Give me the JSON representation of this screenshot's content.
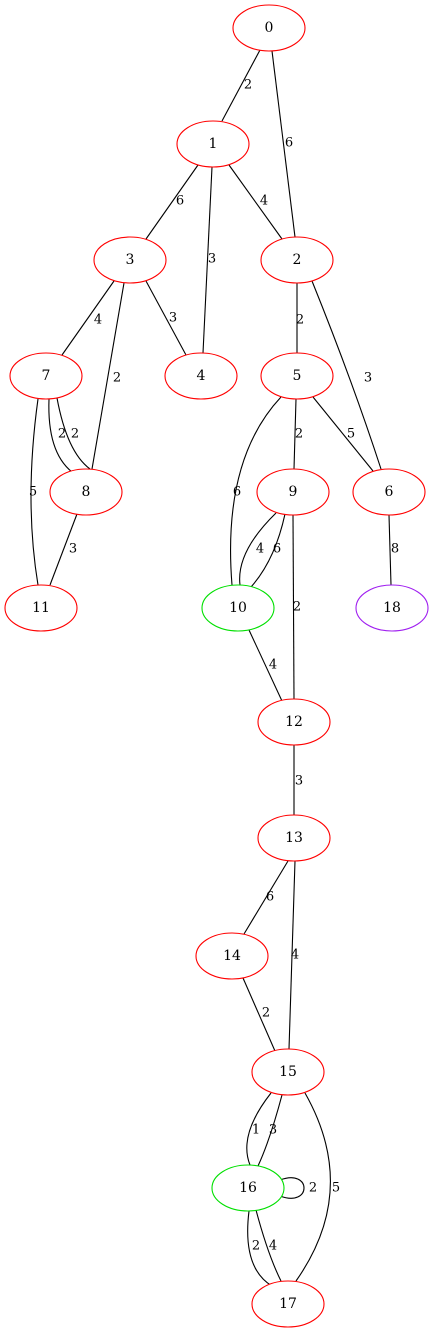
{
  "colors": {
    "default_node": "#ff0000",
    "green_node": "#00e000",
    "purple_node": "#a020f0",
    "edge": "#000000"
  },
  "nodes": [
    {
      "id": "0",
      "label": "0",
      "color": "#ff0000"
    },
    {
      "id": "1",
      "label": "1",
      "color": "#ff0000"
    },
    {
      "id": "2",
      "label": "2",
      "color": "#ff0000"
    },
    {
      "id": "3",
      "label": "3",
      "color": "#ff0000"
    },
    {
      "id": "4",
      "label": "4",
      "color": "#ff0000"
    },
    {
      "id": "5",
      "label": "5",
      "color": "#ff0000"
    },
    {
      "id": "6",
      "label": "6",
      "color": "#ff0000"
    },
    {
      "id": "7",
      "label": "7",
      "color": "#ff0000"
    },
    {
      "id": "8",
      "label": "8",
      "color": "#ff0000"
    },
    {
      "id": "9",
      "label": "9",
      "color": "#ff0000"
    },
    {
      "id": "10",
      "label": "10",
      "color": "#00e000"
    },
    {
      "id": "11",
      "label": "11",
      "color": "#ff0000"
    },
    {
      "id": "12",
      "label": "12",
      "color": "#ff0000"
    },
    {
      "id": "13",
      "label": "13",
      "color": "#ff0000"
    },
    {
      "id": "14",
      "label": "14",
      "color": "#ff0000"
    },
    {
      "id": "15",
      "label": "15",
      "color": "#ff0000"
    },
    {
      "id": "16",
      "label": "16",
      "color": "#00e000"
    },
    {
      "id": "17",
      "label": "17",
      "color": "#ff0000"
    },
    {
      "id": "18",
      "label": "18",
      "color": "#a020f0"
    }
  ],
  "edges": [
    {
      "from": "0",
      "to": "1",
      "weight": "2"
    },
    {
      "from": "0",
      "to": "2",
      "weight": "6"
    },
    {
      "from": "1",
      "to": "3",
      "weight": "6"
    },
    {
      "from": "1",
      "to": "4",
      "weight": "3"
    },
    {
      "from": "1",
      "to": "2",
      "weight": "4"
    },
    {
      "from": "3",
      "to": "7",
      "weight": "4"
    },
    {
      "from": "3",
      "to": "8",
      "weight": "2"
    },
    {
      "from": "3",
      "to": "4",
      "weight": "3"
    },
    {
      "from": "2",
      "to": "5",
      "weight": "2"
    },
    {
      "from": "2",
      "to": "6",
      "weight": "3"
    },
    {
      "from": "7",
      "to": "8",
      "weight": "2"
    },
    {
      "from": "7",
      "to": "8",
      "weight": "2"
    },
    {
      "from": "7",
      "to": "11",
      "weight": "5"
    },
    {
      "from": "8",
      "to": "11",
      "weight": "3"
    },
    {
      "from": "5",
      "to": "9",
      "weight": "2"
    },
    {
      "from": "5",
      "to": "6",
      "weight": "5"
    },
    {
      "from": "5",
      "to": "10",
      "weight": "6"
    },
    {
      "from": "9",
      "to": "10",
      "weight": "4"
    },
    {
      "from": "9",
      "to": "10",
      "weight": "6"
    },
    {
      "from": "9",
      "to": "12",
      "weight": "2"
    },
    {
      "from": "6",
      "to": "18",
      "weight": "8"
    },
    {
      "from": "10",
      "to": "12",
      "weight": "4"
    },
    {
      "from": "12",
      "to": "13",
      "weight": "3"
    },
    {
      "from": "13",
      "to": "14",
      "weight": "6"
    },
    {
      "from": "13",
      "to": "15",
      "weight": "4"
    },
    {
      "from": "14",
      "to": "15",
      "weight": "2"
    },
    {
      "from": "15",
      "to": "16",
      "weight": "1"
    },
    {
      "from": "15",
      "to": "16",
      "weight": "3"
    },
    {
      "from": "15",
      "to": "17",
      "weight": "5"
    },
    {
      "from": "16",
      "to": "16",
      "weight": "2"
    },
    {
      "from": "16",
      "to": "17",
      "weight": "2"
    },
    {
      "from": "16",
      "to": "17",
      "weight": "4"
    }
  ]
}
